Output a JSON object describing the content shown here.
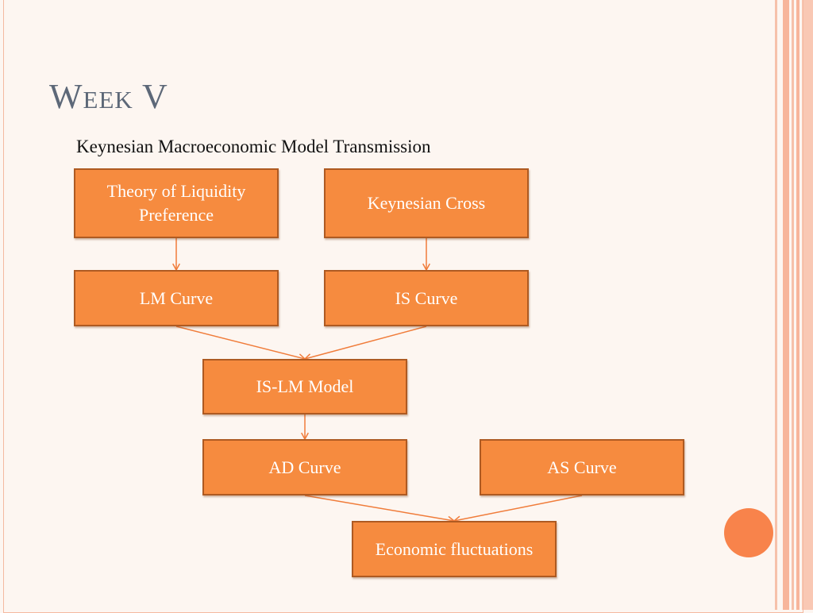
{
  "slide": {
    "title": "Week V",
    "subtitle": "Keynesian Macroeconomic Model Transmission"
  },
  "diagram": {
    "nodes": {
      "liquidity": "Theory of Liquidity Preference",
      "cross": "Keynesian Cross",
      "lm": "LM Curve",
      "is": "IS Curve",
      "islm": "IS-LM Model",
      "ad": "AD Curve",
      "as": "AS Curve",
      "econ": "Economic fluctuations"
    },
    "edges": [
      [
        "liquidity",
        "lm"
      ],
      [
        "cross",
        "is"
      ],
      [
        "lm",
        "islm"
      ],
      [
        "is",
        "islm"
      ],
      [
        "islm",
        "ad"
      ],
      [
        "ad",
        "econ"
      ],
      [
        "as",
        "econ"
      ]
    ]
  },
  "colors": {
    "box_fill": "#f68b3f",
    "box_border": "#ae5a22",
    "connector": "#f07c3a",
    "title": "#5d6878",
    "accent_circle": "#f8834b"
  }
}
